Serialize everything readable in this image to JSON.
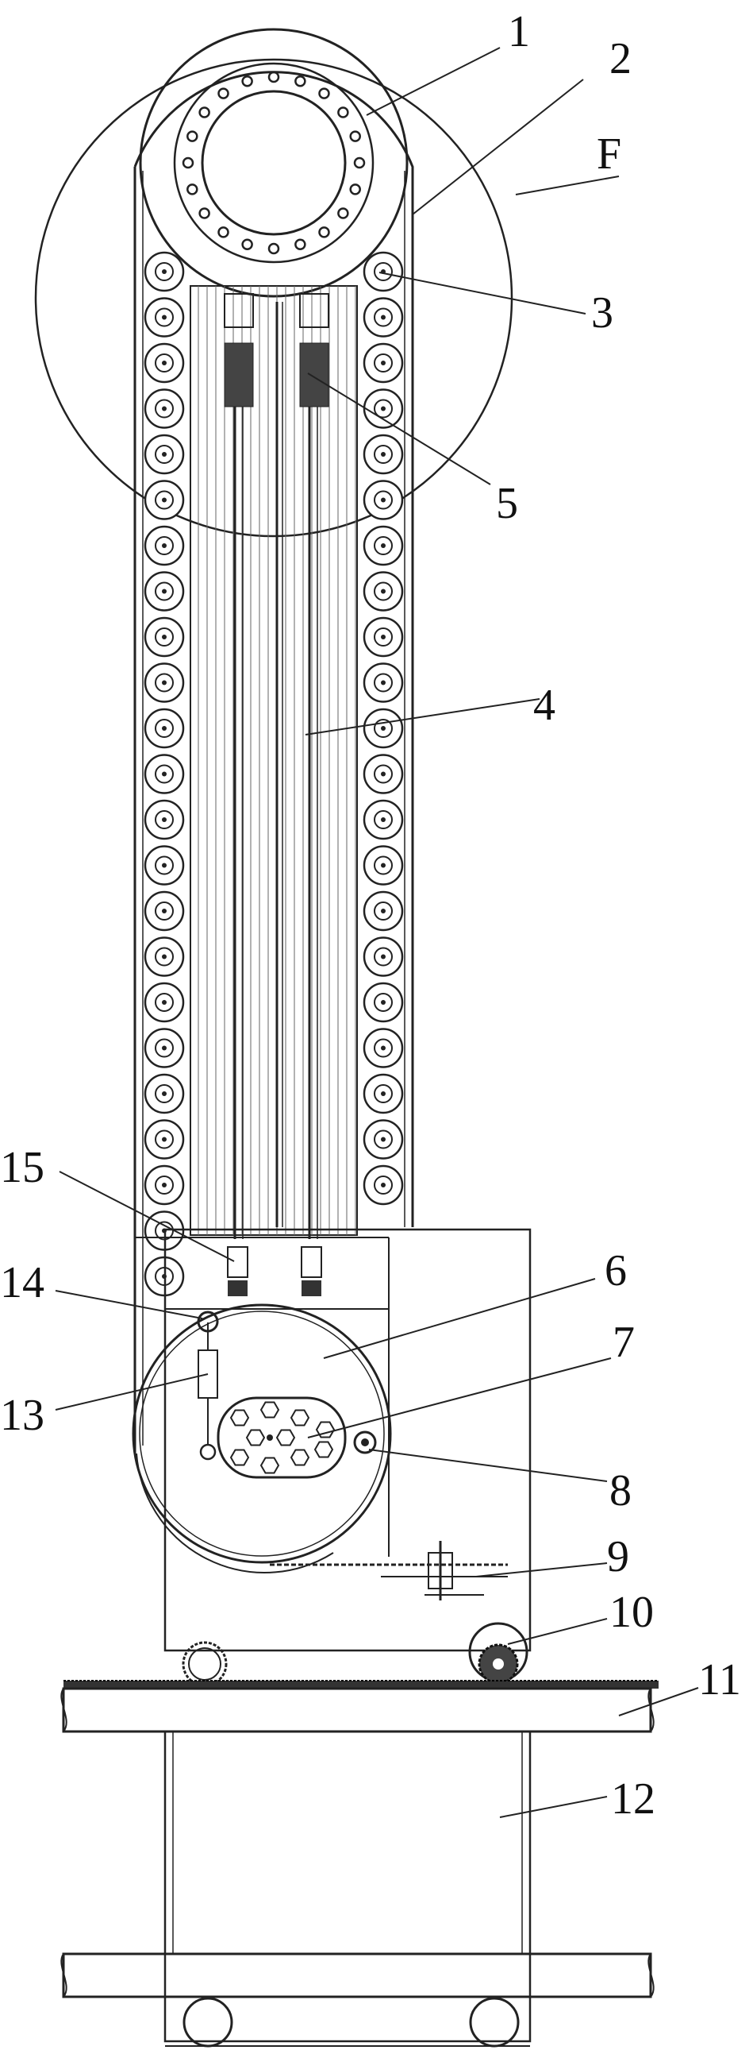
{
  "figure": {
    "labels": {
      "l1": "1",
      "l2": "2",
      "lF": "F",
      "l3": "3",
      "l4": "4",
      "l5": "5",
      "l6": "6",
      "l7": "7",
      "l8": "8",
      "l9": "9",
      "l10": "10",
      "l11": "11",
      "l12": "12",
      "l13": "13",
      "l14": "14",
      "l15": "15"
    }
  }
}
